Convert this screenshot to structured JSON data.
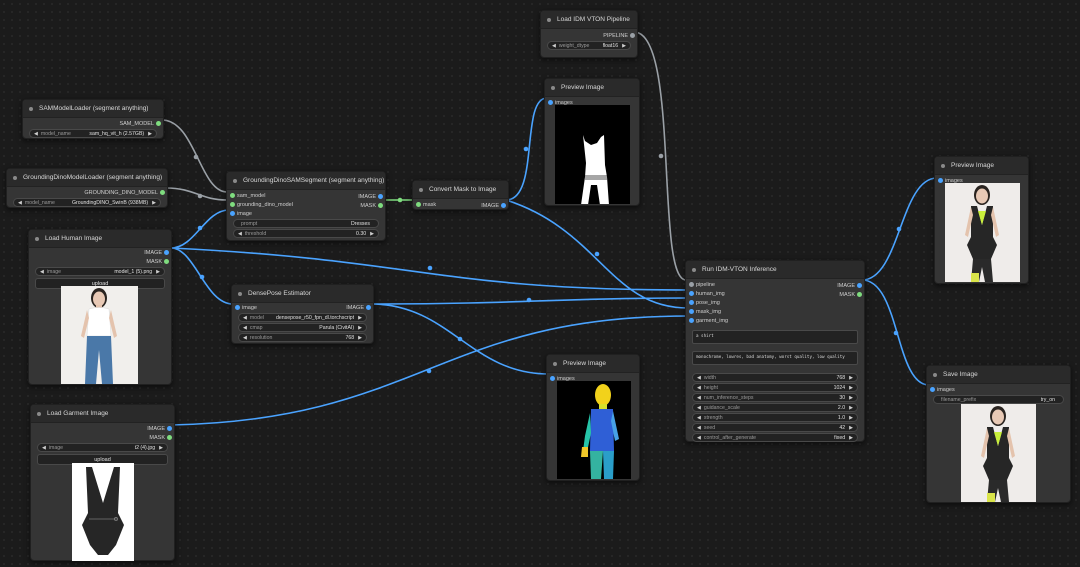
{
  "nodes": {
    "idm_pipeline": {
      "title": "Load IDM VTON Pipeline",
      "out_pipeline": "PIPELINE",
      "weight_label": "weight_dtype",
      "weight_value": "float16"
    },
    "sam_loader": {
      "title": "SAMModelLoader (segment anything)",
      "out": "SAM_MODEL",
      "model_label": "model_name",
      "model_value": "sam_hq_vit_h (2.57GB)"
    },
    "dino_loader": {
      "title": "GroundingDinoModelLoader (segment anything)",
      "out": "GROUNDING_DINO_MODEL",
      "model_label": "model_name",
      "model_value": "GroundingDINO_SwinB (938MB)"
    },
    "gd_sam": {
      "title": "GroundingDinoSAMSegment (segment anything)",
      "in_sam": "sam_model",
      "in_dino": "grounding_dino_model",
      "in_image": "image",
      "out_image": "IMAGE",
      "out_mask": "MASK",
      "prompt_label": "prompt",
      "prompt_value": "Dresses",
      "threshold_label": "threshold",
      "threshold_value": "0.30"
    },
    "convert_mask": {
      "title": "Convert Mask to Image",
      "in_mask": "mask",
      "out_image": "IMAGE"
    },
    "preview_mask": {
      "title": "Preview Image",
      "in_images": "images"
    },
    "load_human": {
      "title": "Load Human Image",
      "out_image": "IMAGE",
      "out_mask": "MASK",
      "image_label": "image",
      "image_value": "model_1 (5).png",
      "upload": "upload"
    },
    "densepose": {
      "title": "DensePose Estimator",
      "in_image": "image",
      "out_image": "IMAGE",
      "model_label": "model",
      "model_value": "densepose_r50_fpn_dl.torchscript",
      "cmap_label": "cmap",
      "cmap_value": "Parula (CivitAI)",
      "res_label": "resolution",
      "res_value": "768"
    },
    "preview_dense": {
      "title": "Preview Image",
      "in_images": "images"
    },
    "load_garment": {
      "title": "Load Garment Image",
      "out_image": "IMAGE",
      "out_mask": "MASK",
      "image_label": "image",
      "image_value": "t2 (4).jpg",
      "upload": "upload"
    },
    "idm_infer": {
      "title": "Run IDM-VTON Inference",
      "in_pipeline": "pipeline",
      "in_human": "human_img",
      "in_pose": "pose_img",
      "in_mask": "mask_img",
      "in_garment": "garment_img",
      "out_image": "IMAGE",
      "out_mask": "MASK",
      "garment_des": "a shirt",
      "negative": "monochrome, lowres, bad anatomy, worst quality, low quality",
      "params": [
        {
          "label": "width",
          "value": "768"
        },
        {
          "label": "height",
          "value": "1024"
        },
        {
          "label": "num_inference_steps",
          "value": "30"
        },
        {
          "label": "guidance_scale",
          "value": "2.0"
        },
        {
          "label": "strength",
          "value": "1.0"
        },
        {
          "label": "seed",
          "value": "42"
        },
        {
          "label": "control_after_generate",
          "value": "fixed"
        }
      ]
    },
    "preview_result": {
      "title": "Preview Image",
      "in_images": "images"
    },
    "save_image": {
      "title": "Save Image",
      "in_images": "images",
      "prefix_label": "filename_prefix",
      "prefix_value": "try_on"
    }
  },
  "colors": {
    "wire_image": "#4aa3ff",
    "wire_model": "#9aa0a6",
    "node_bg": "#353535",
    "canvas_bg": "#1b1b1b"
  }
}
